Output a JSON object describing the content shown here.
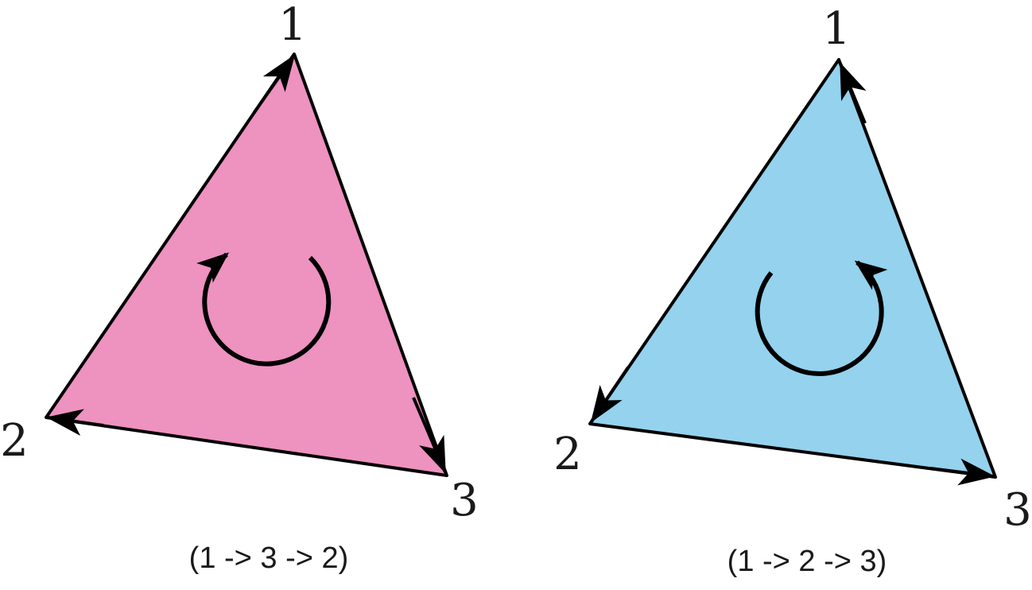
{
  "colors": {
    "left_fill": "#ee92c0",
    "right_fill": "#94d2ee",
    "stroke": "#000000",
    "text": "#1a1a1a"
  },
  "left_triangle": {
    "vertex_labels": [
      "1",
      "2",
      "3"
    ],
    "caption": "(1 -> 3 -> 2)",
    "rotation": "clockwise"
  },
  "right_triangle": {
    "vertex_labels": [
      "1",
      "2",
      "3"
    ],
    "caption": "(1 -> 2 -> 3)",
    "rotation": "counterclockwise"
  }
}
